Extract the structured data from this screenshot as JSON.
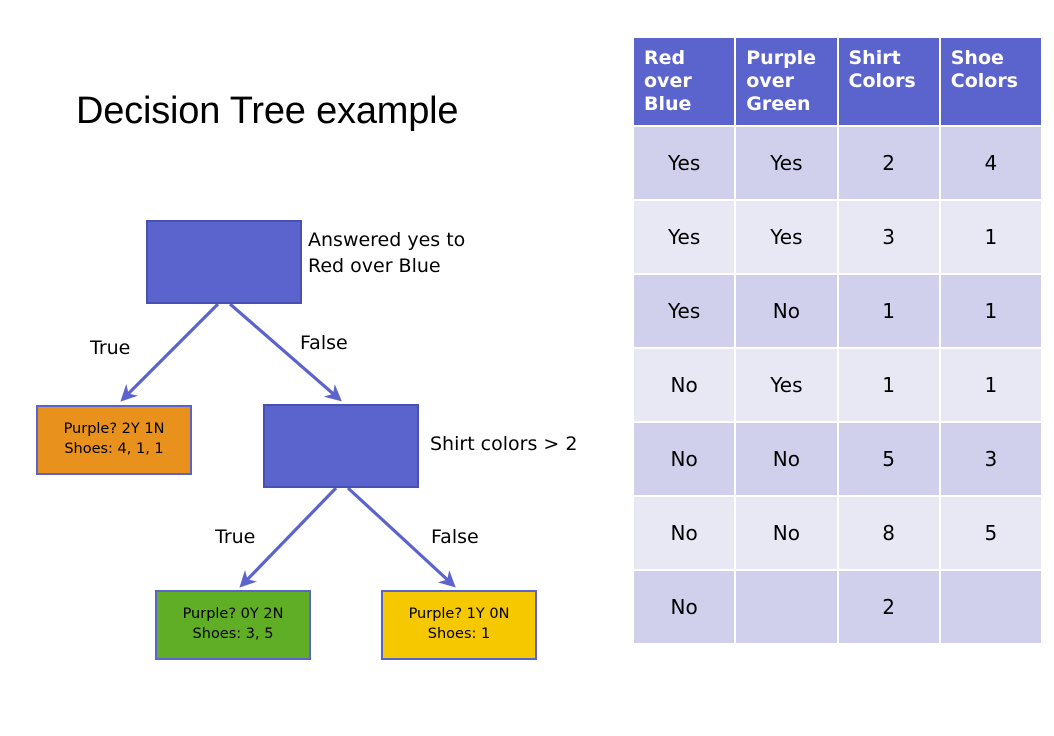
{
  "slide": {
    "title": "Decision Tree example"
  },
  "tree": {
    "root": {
      "description": "Answered yes to\nRed over Blue",
      "true_label": "True",
      "false_label": "False"
    },
    "shirt": {
      "description": "Shirt colors > 2",
      "true_label": "True",
      "false_label": "False"
    },
    "leaf_orange": {
      "line1": "Purple? 2Y 1N",
      "line2": "Shoes: 4, 1, 1"
    },
    "leaf_green": {
      "line1": "Purple? 0Y 2N",
      "line2": "Shoes: 3, 5"
    },
    "leaf_yellow": {
      "line1": "Purple? 1Y 0N",
      "line2": "Shoes: 1"
    }
  },
  "colors": {
    "node_blue": "#5B63CC",
    "node_orange": "#E8911C",
    "node_green": "#5FAE26",
    "node_yellow": "#F5C800",
    "edge_blue": "#5B63CC",
    "table_header": "#5B63CC",
    "row_dark": "#D0D0EC",
    "row_light": "#E8E8F5"
  },
  "chart_data": {
    "type": "table",
    "title": "Decision Tree example",
    "columns": [
      "Red over Blue",
      "Purple over Green",
      "Shirt Colors",
      "Shoe Colors"
    ],
    "rows": [
      [
        "Yes",
        "Yes",
        "2",
        "4"
      ],
      [
        "Yes",
        "Yes",
        "3",
        "1"
      ],
      [
        "Yes",
        "No",
        "1",
        "1"
      ],
      [
        "No",
        "Yes",
        "1",
        "1"
      ],
      [
        "No",
        "No",
        "5",
        "3"
      ],
      [
        "No",
        "No",
        "8",
        "5"
      ],
      [
        "No",
        "",
        "2",
        ""
      ]
    ]
  }
}
